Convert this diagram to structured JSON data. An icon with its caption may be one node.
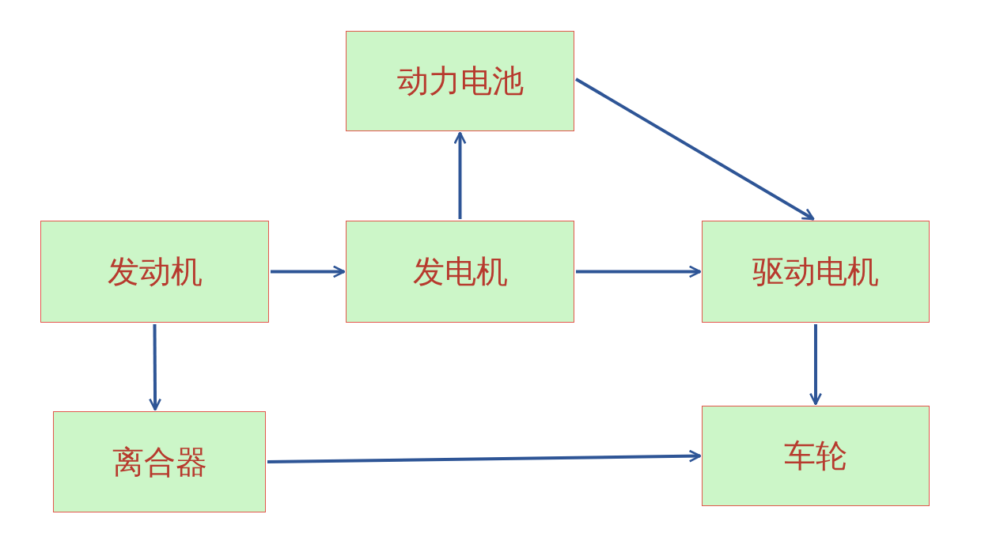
{
  "diagram": {
    "nodes": [
      {
        "text": [
          "动力电池"
        ]
      },
      {
        "text": [
          "发动机"
        ]
      },
      {
        "text": [
          "发电机"
        ]
      },
      {
        "text": [
          "驱动电机"
        ]
      },
      {
        "text": [
          "离合器"
        ]
      },
      {
        "text": [
          "车轮"
        ]
      }
    ],
    "edges": [
      {
        "from": 1,
        "to": 2,
        "arrow": "to"
      },
      {
        "from": 2,
        "to": 0,
        "arrow": "to"
      },
      {
        "from": 2,
        "to": 3,
        "arrow": "to"
      },
      {
        "from": 0,
        "to": 3,
        "arrow": "to"
      },
      {
        "from": 1,
        "to": 4,
        "arrow": "to"
      },
      {
        "from": 3,
        "to": 5,
        "arrow": "to"
      },
      {
        "from": 4,
        "to": 5,
        "arrow": "to"
      }
    ]
  }
}
